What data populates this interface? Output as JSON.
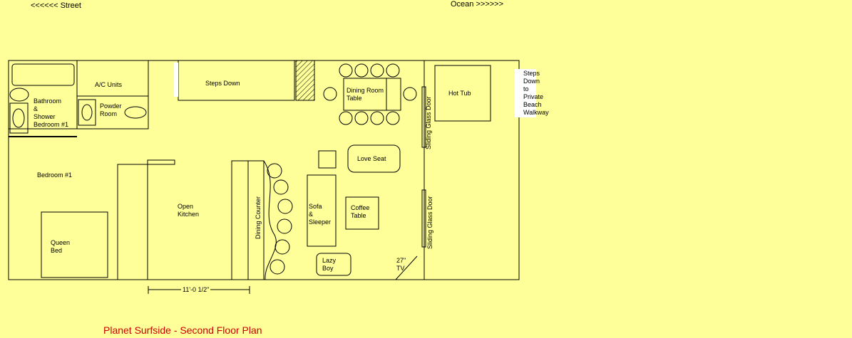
{
  "header": {
    "street": "<<<<<<  Street",
    "ocean": "Ocean >>>>>>"
  },
  "rooms": {
    "ac_units": "A/C Units",
    "bathroom": "Bathroom\n&\nShower\nBedroom #1",
    "powder_room": "Powder\nRoom",
    "bedroom1": "Bedroom #1",
    "queen_bed": "Queen\nBed",
    "open_kitchen": "Open\nKitchen",
    "steps_down": "Steps Down",
    "dining_room_table": "Dining Room\nTable",
    "hot_tub": "Hot Tub",
    "steps_beach": "Steps\nDown\nto\nPrivate\nBeach\nWalkway",
    "love_seat": "Love Seat",
    "sofa": "Sofa\n&\nSleeper",
    "coffee_table": "Coffee\nTable",
    "lazy_boy": "Lazy\nBoy",
    "tv": "27\"\nTV",
    "dining_counter": "Dining Counter",
    "sliding_door_1": "Sliding Glass Door",
    "sliding_door_2": "Sliding Glass Door"
  },
  "dimension": "11'-0 1/2\"",
  "title": "Planet Surfside - Second Floor Plan"
}
